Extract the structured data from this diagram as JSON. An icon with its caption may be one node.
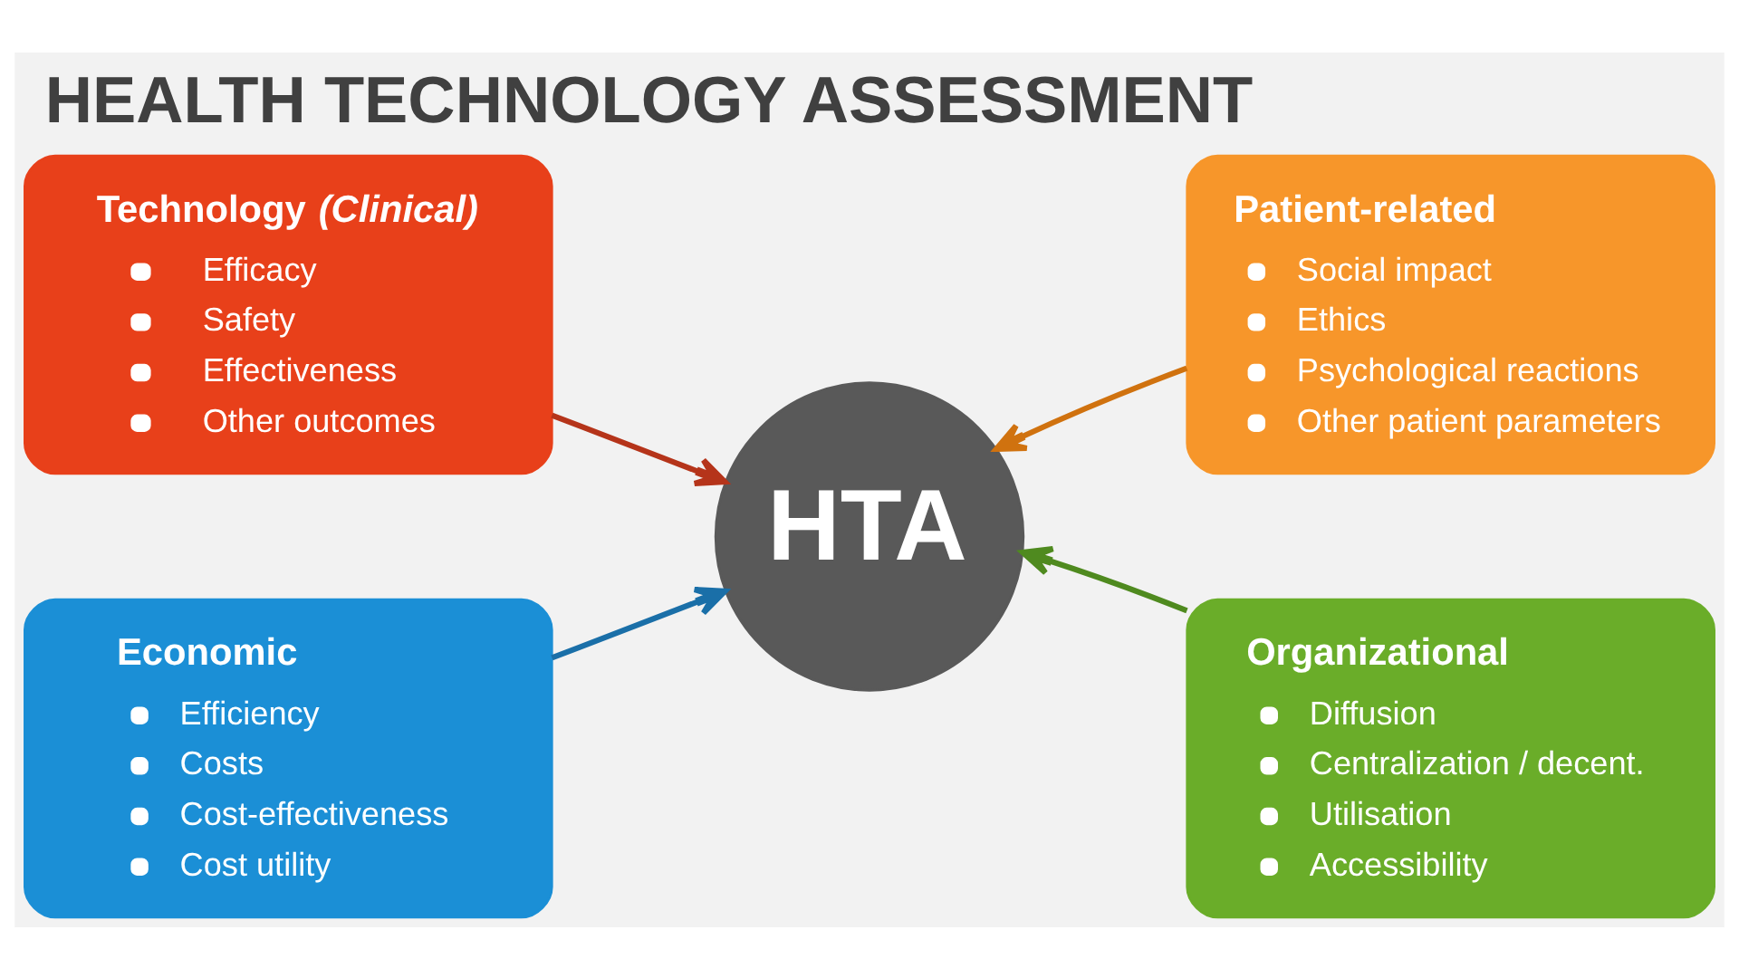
{
  "diagram": {
    "title": "HEALTH TECHNOLOGY ASSESSMENT",
    "nodes": [
      {
        "text": [
          "Technology *(Clinical)*",
          "Efficacy",
          "Safety",
          "Effectiveness",
          "Other outcomes"
        ]
      },
      {
        "text": [
          "Patient-related",
          "Social impact",
          "Ethics",
          "Psychological reactions",
          "Other patient parameters"
        ]
      },
      {
        "text": [
          "HTA"
        ]
      },
      {
        "text": [
          "Economic",
          "Efficiency",
          "Costs",
          "Cost-effectiveness",
          "Cost utility"
        ]
      },
      {
        "text": [
          "Organizational",
          "Diffusion",
          "Centralization / decent.",
          "Utilisation",
          "Accessibility"
        ]
      }
    ],
    "edges": [
      {
        "from": 0,
        "to": 2,
        "arrow": "to",
        "color": "#b5341a"
      },
      {
        "from": 1,
        "to": 2,
        "arrow": "to",
        "color": "#d0720f"
      },
      {
        "from": 3,
        "to": 2,
        "arrow": "to",
        "color": "#1a6fa8"
      },
      {
        "from": 4,
        "to": 2,
        "arrow": "to",
        "color": "#4f8a1f"
      }
    ]
  }
}
